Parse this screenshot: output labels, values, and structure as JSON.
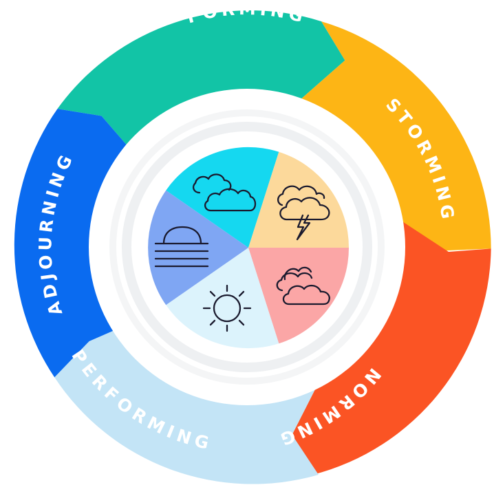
{
  "stages": [
    {
      "id": "forming",
      "label": "FORMING",
      "color": "#12c4a6"
    },
    {
      "id": "storming",
      "label": "STORMING",
      "color": "#fdb515"
    },
    {
      "id": "norming",
      "label": "NORMING",
      "color": "#fb5424"
    },
    {
      "id": "performing",
      "label": "PERFORMING",
      "color": "#c3e4f6"
    },
    {
      "id": "adjourning",
      "label": "ADJOURNING",
      "color": "#0a6bf0"
    }
  ],
  "weather_icons": [
    {
      "stage": "forming",
      "icon": "clouds-icon",
      "color": "#15d8f0"
    },
    {
      "stage": "storming",
      "icon": "thunderstorm-icon",
      "color": "#fcd99b"
    },
    {
      "stage": "norming",
      "icon": "cloud-sun-icon",
      "color": "#fba6a6"
    },
    {
      "stage": "performing",
      "icon": "sun-icon",
      "color": "#dcf3fc"
    },
    {
      "stage": "adjourning",
      "icon": "sunset-horizon-icon",
      "color": "#7fa6f3"
    }
  ],
  "icon_stroke_color": "#1a1a2e"
}
